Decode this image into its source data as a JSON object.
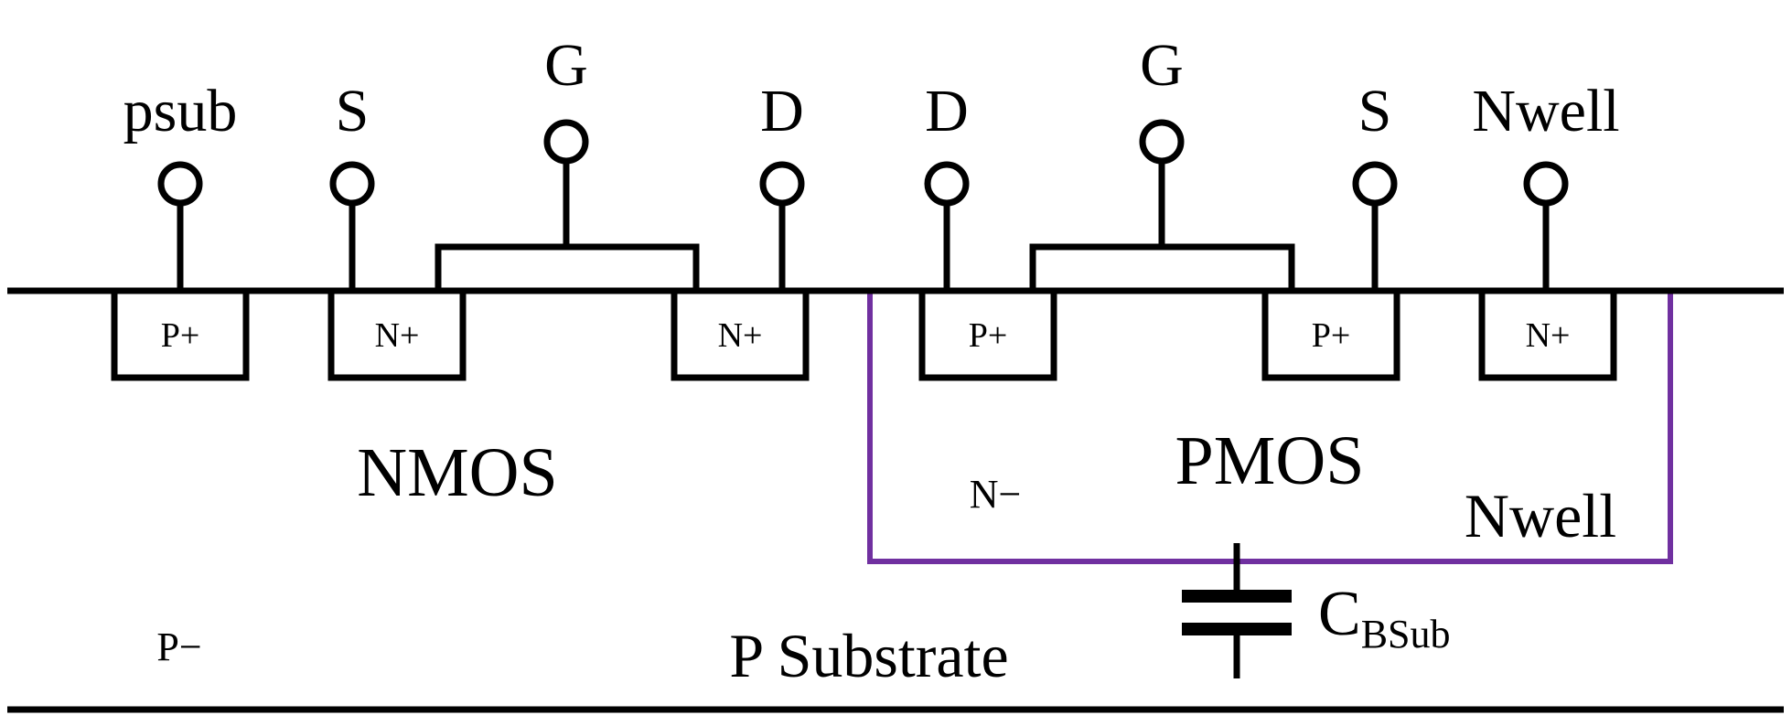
{
  "colors": {
    "ink": "#000000",
    "nwell": "#7030a0",
    "background": "#ffffff"
  },
  "terminals": {
    "nmos_psub": "psub",
    "nmos_source": "S",
    "nmos_gate": "G",
    "nmos_drain": "D",
    "pmos_drain": "D",
    "pmos_gate": "G",
    "pmos_source": "S",
    "pmos_nwell": "Nwell"
  },
  "diffusions": {
    "psub_tap": "P+",
    "nmos_source": "N+",
    "nmos_drain": "N+",
    "pmos_drain": "P+",
    "pmos_source": "P+",
    "nwell_tap": "N+"
  },
  "devices": {
    "nmos": "NMOS",
    "pmos": "PMOS"
  },
  "regions": {
    "nwell_doping": "N−",
    "nwell_label": "Nwell",
    "substrate_doping": "P−",
    "substrate_label": "P Substrate"
  },
  "capacitor": {
    "label_main": "C",
    "label_subscript": "BSub"
  }
}
